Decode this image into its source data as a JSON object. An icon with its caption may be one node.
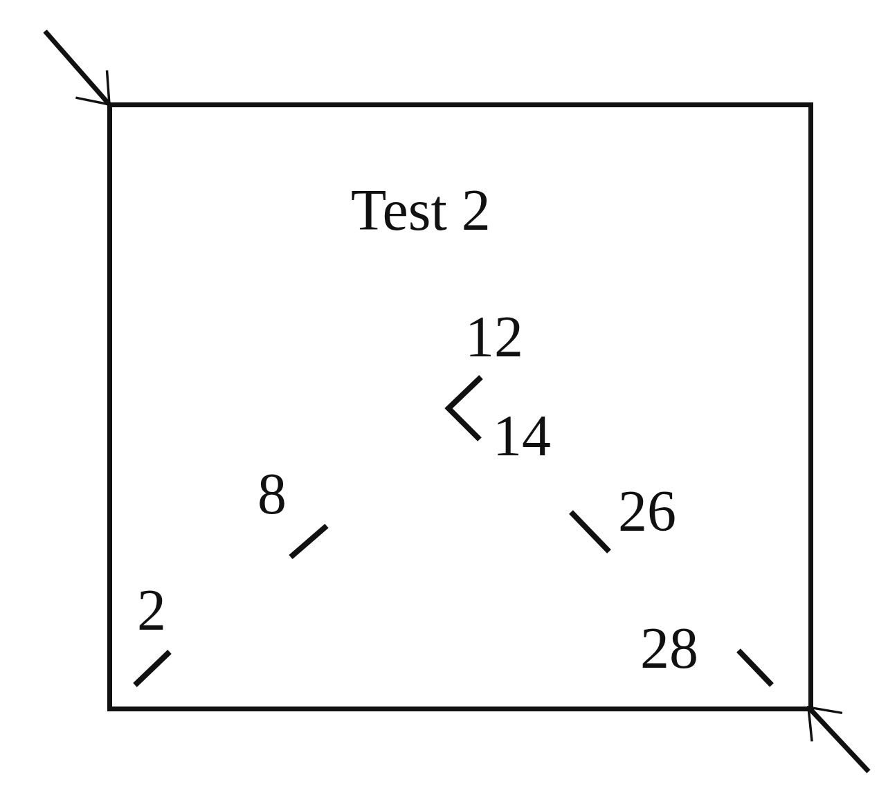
{
  "diagram": {
    "nodes": [
      {
        "text": [
          "Test 2"
        ]
      }
    ],
    "labels": [
      "12",
      "14",
      "8",
      "26",
      "2",
      "28"
    ]
  }
}
